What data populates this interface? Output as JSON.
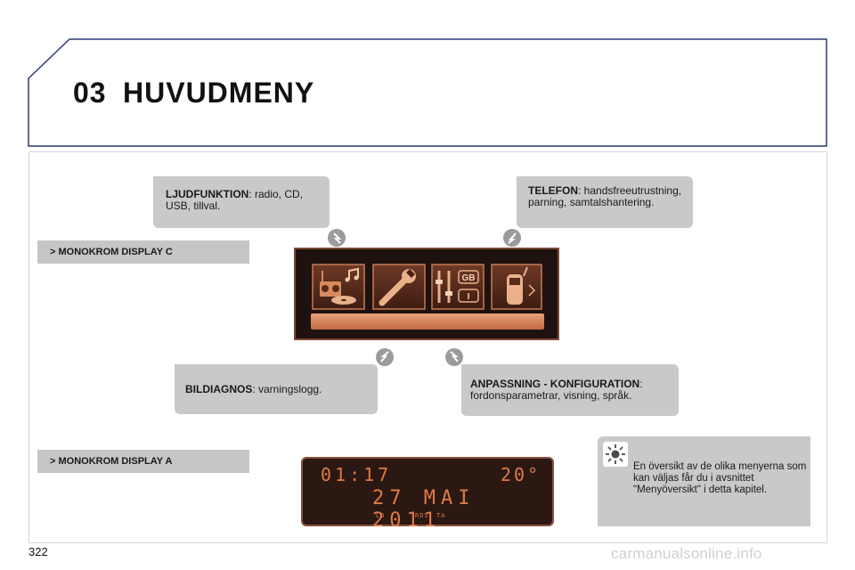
{
  "header": {
    "chapter_number": "03",
    "title": "HUVUDMENY"
  },
  "callouts": {
    "audio": {
      "term": "LJUDFUNKTION",
      "rest": ": radio, CD, USB, tillval."
    },
    "telephone": {
      "term": "TELEFON",
      "rest": ": handsfreeutrustning, parning, samtalshantering."
    },
    "diagnostics": {
      "term": "BILDIAGNOS",
      "rest": ": varningslogg."
    },
    "configuration": {
      "term": "ANPASSNING - KONFIGURATION",
      "rest": ": fordonsparametrar, visning, språk."
    }
  },
  "sections": {
    "display_c": "> MONOKROM DISPLAY C",
    "display_a": "> MONOKROM DISPLAY A"
  },
  "display_c_icons": [
    "audio-media-icon",
    "wrench-icon",
    "equalizer-language-icon",
    "mobile-phone-icon"
  ],
  "display_c_flags": [
    "GB",
    "I"
  ],
  "display_a": {
    "time": "01:17",
    "temperature": "20°",
    "date": "27 MAI 2011",
    "indicators": [
      "LD",
      "RDS",
      "TA"
    ]
  },
  "tip": {
    "text": "En översikt av de olika menyerna som kan väljas får du i avsnittet \"Menyöversikt\" i detta kapitel."
  },
  "footer": {
    "page_number": "322",
    "watermark": "carmanualsonline.info"
  },
  "colors": {
    "frame_blue": "#2b3a78",
    "callout_gray": "#c9c9cb",
    "lcd_orange": "#e07a45",
    "lcd_background": "#2b1813"
  }
}
